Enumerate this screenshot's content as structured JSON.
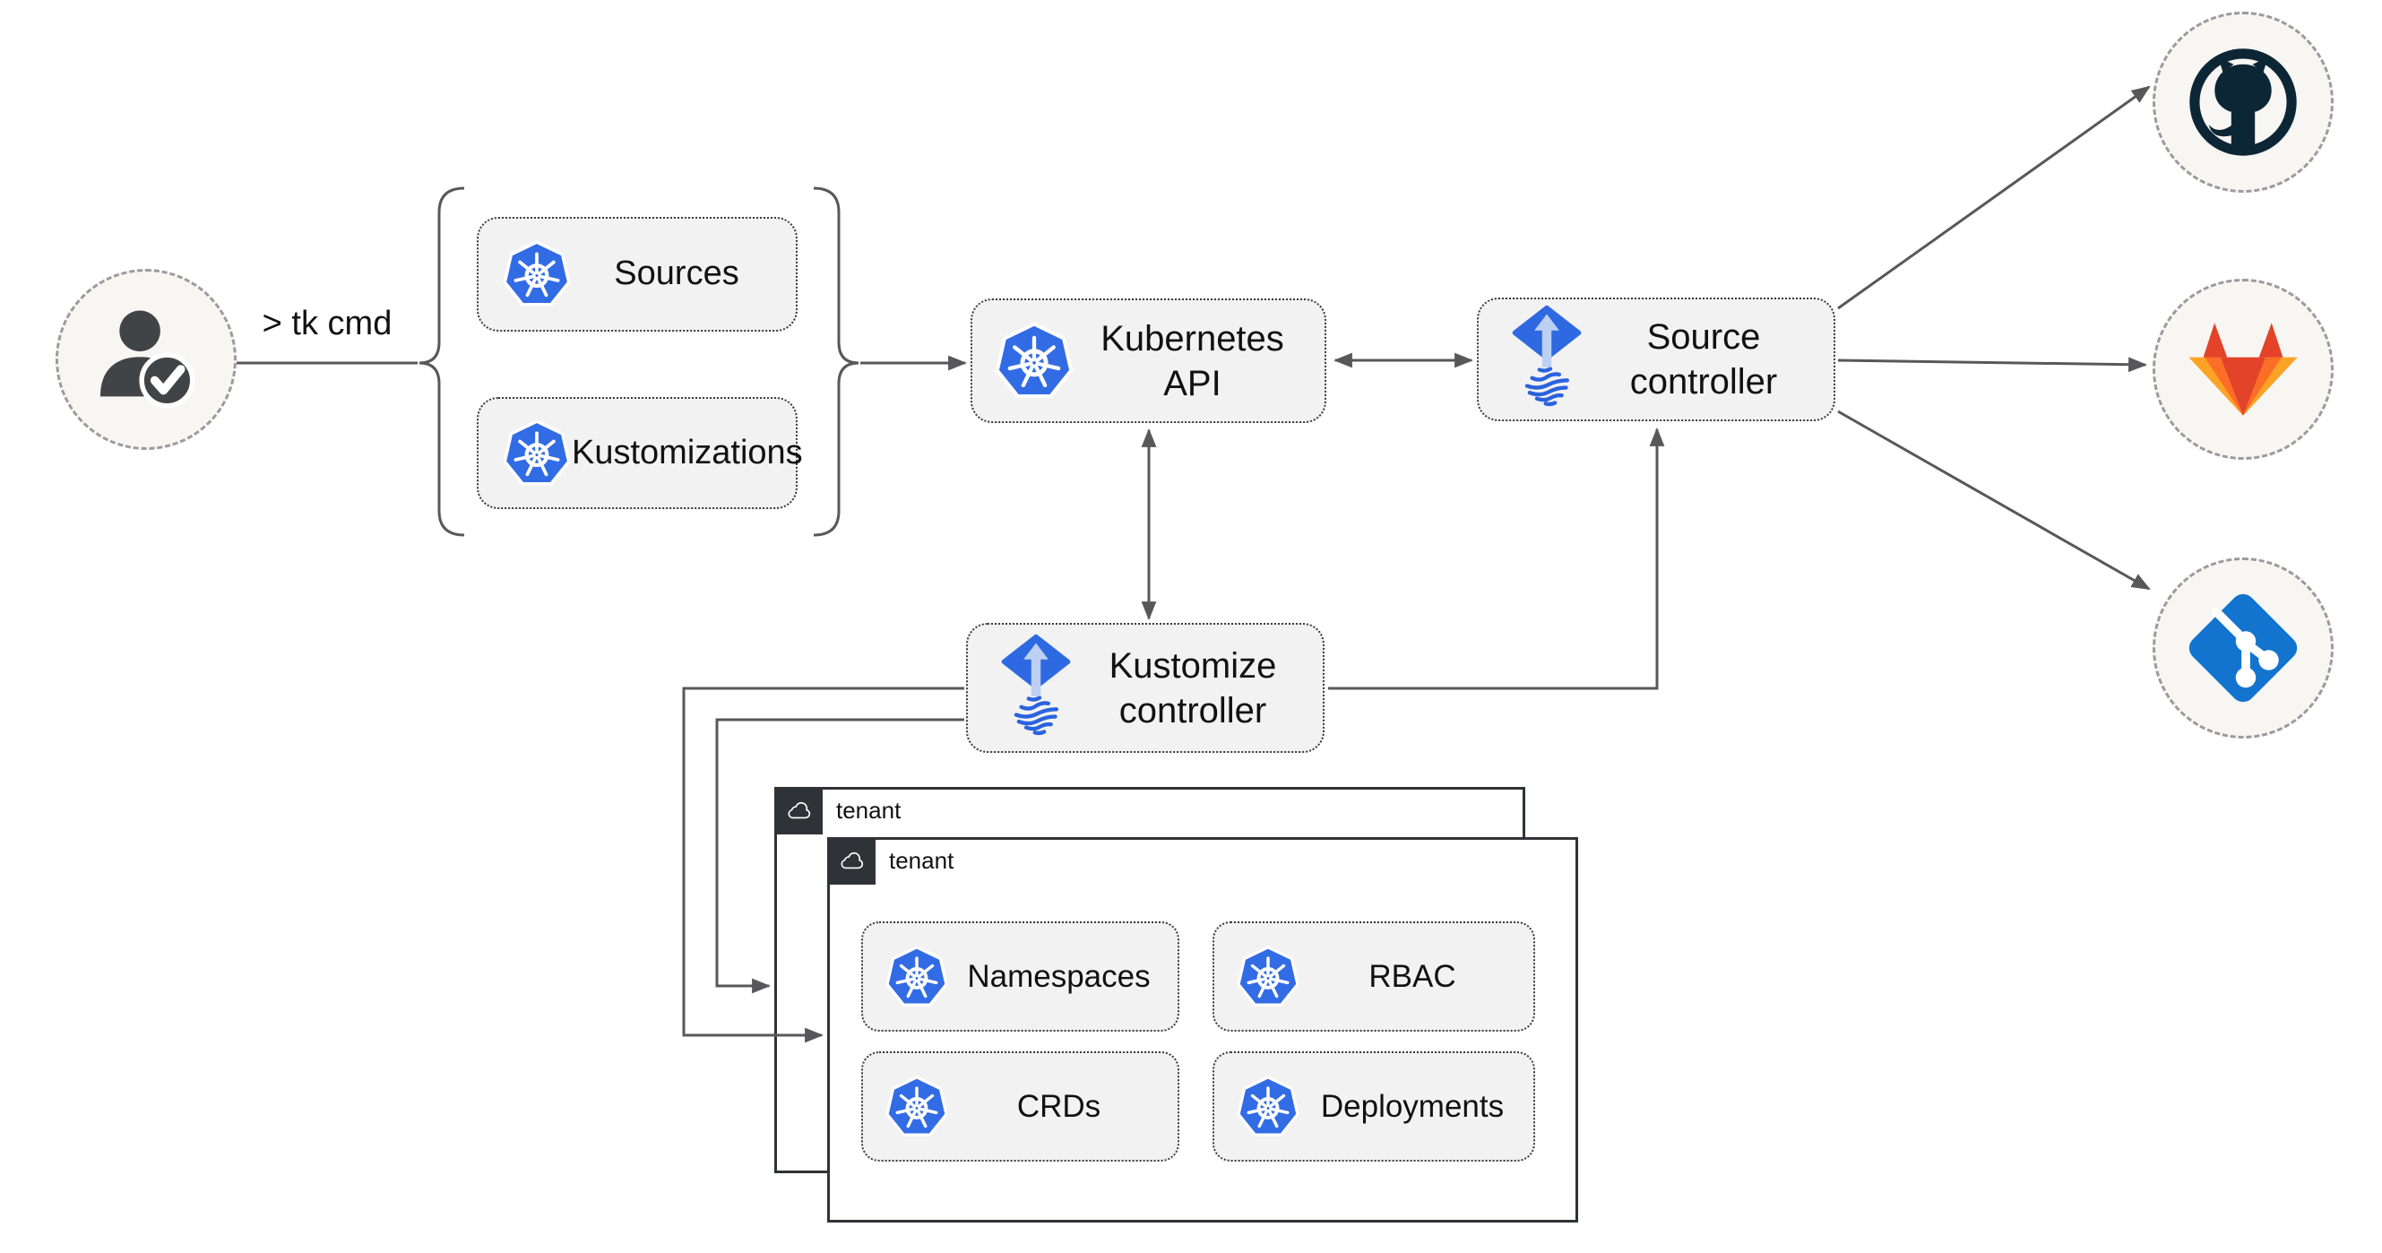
{
  "user": {
    "command_label": "> tk cmd"
  },
  "group": {
    "items": [
      {
        "label": "Sources"
      },
      {
        "label": "Kustomizations"
      }
    ]
  },
  "nodes": {
    "kubernetes_api": {
      "label": "Kubernetes API"
    },
    "source_controller": {
      "label": "Source\ncontroller"
    },
    "kustomize_controller": {
      "label": "Kustomize\ncontroller"
    }
  },
  "tenants": {
    "back": {
      "label": "tenant"
    },
    "front": {
      "label": "tenant",
      "resources": [
        {
          "label": "Namespaces"
        },
        {
          "label": "RBAC"
        },
        {
          "label": "CRDs"
        },
        {
          "label": "Deployments"
        }
      ]
    }
  },
  "remotes": [
    {
      "name": "GitHub"
    },
    {
      "name": "GitLab"
    },
    {
      "name": "Git"
    }
  ],
  "colors": {
    "kubernetes_blue": "#326ce5",
    "flux_blue": "#2e69e2",
    "flux_light": "#bdd0f3",
    "github_dark": "#0d2636",
    "gitlab_red": "#e24329",
    "gitlab_orange": "#fc6d26",
    "gitlab_amber": "#fca326",
    "git_blue": "#1274cf",
    "connector_gray": "#58585a",
    "node_fill": "#f2f2f2",
    "tenant_border": "#2f3337"
  }
}
